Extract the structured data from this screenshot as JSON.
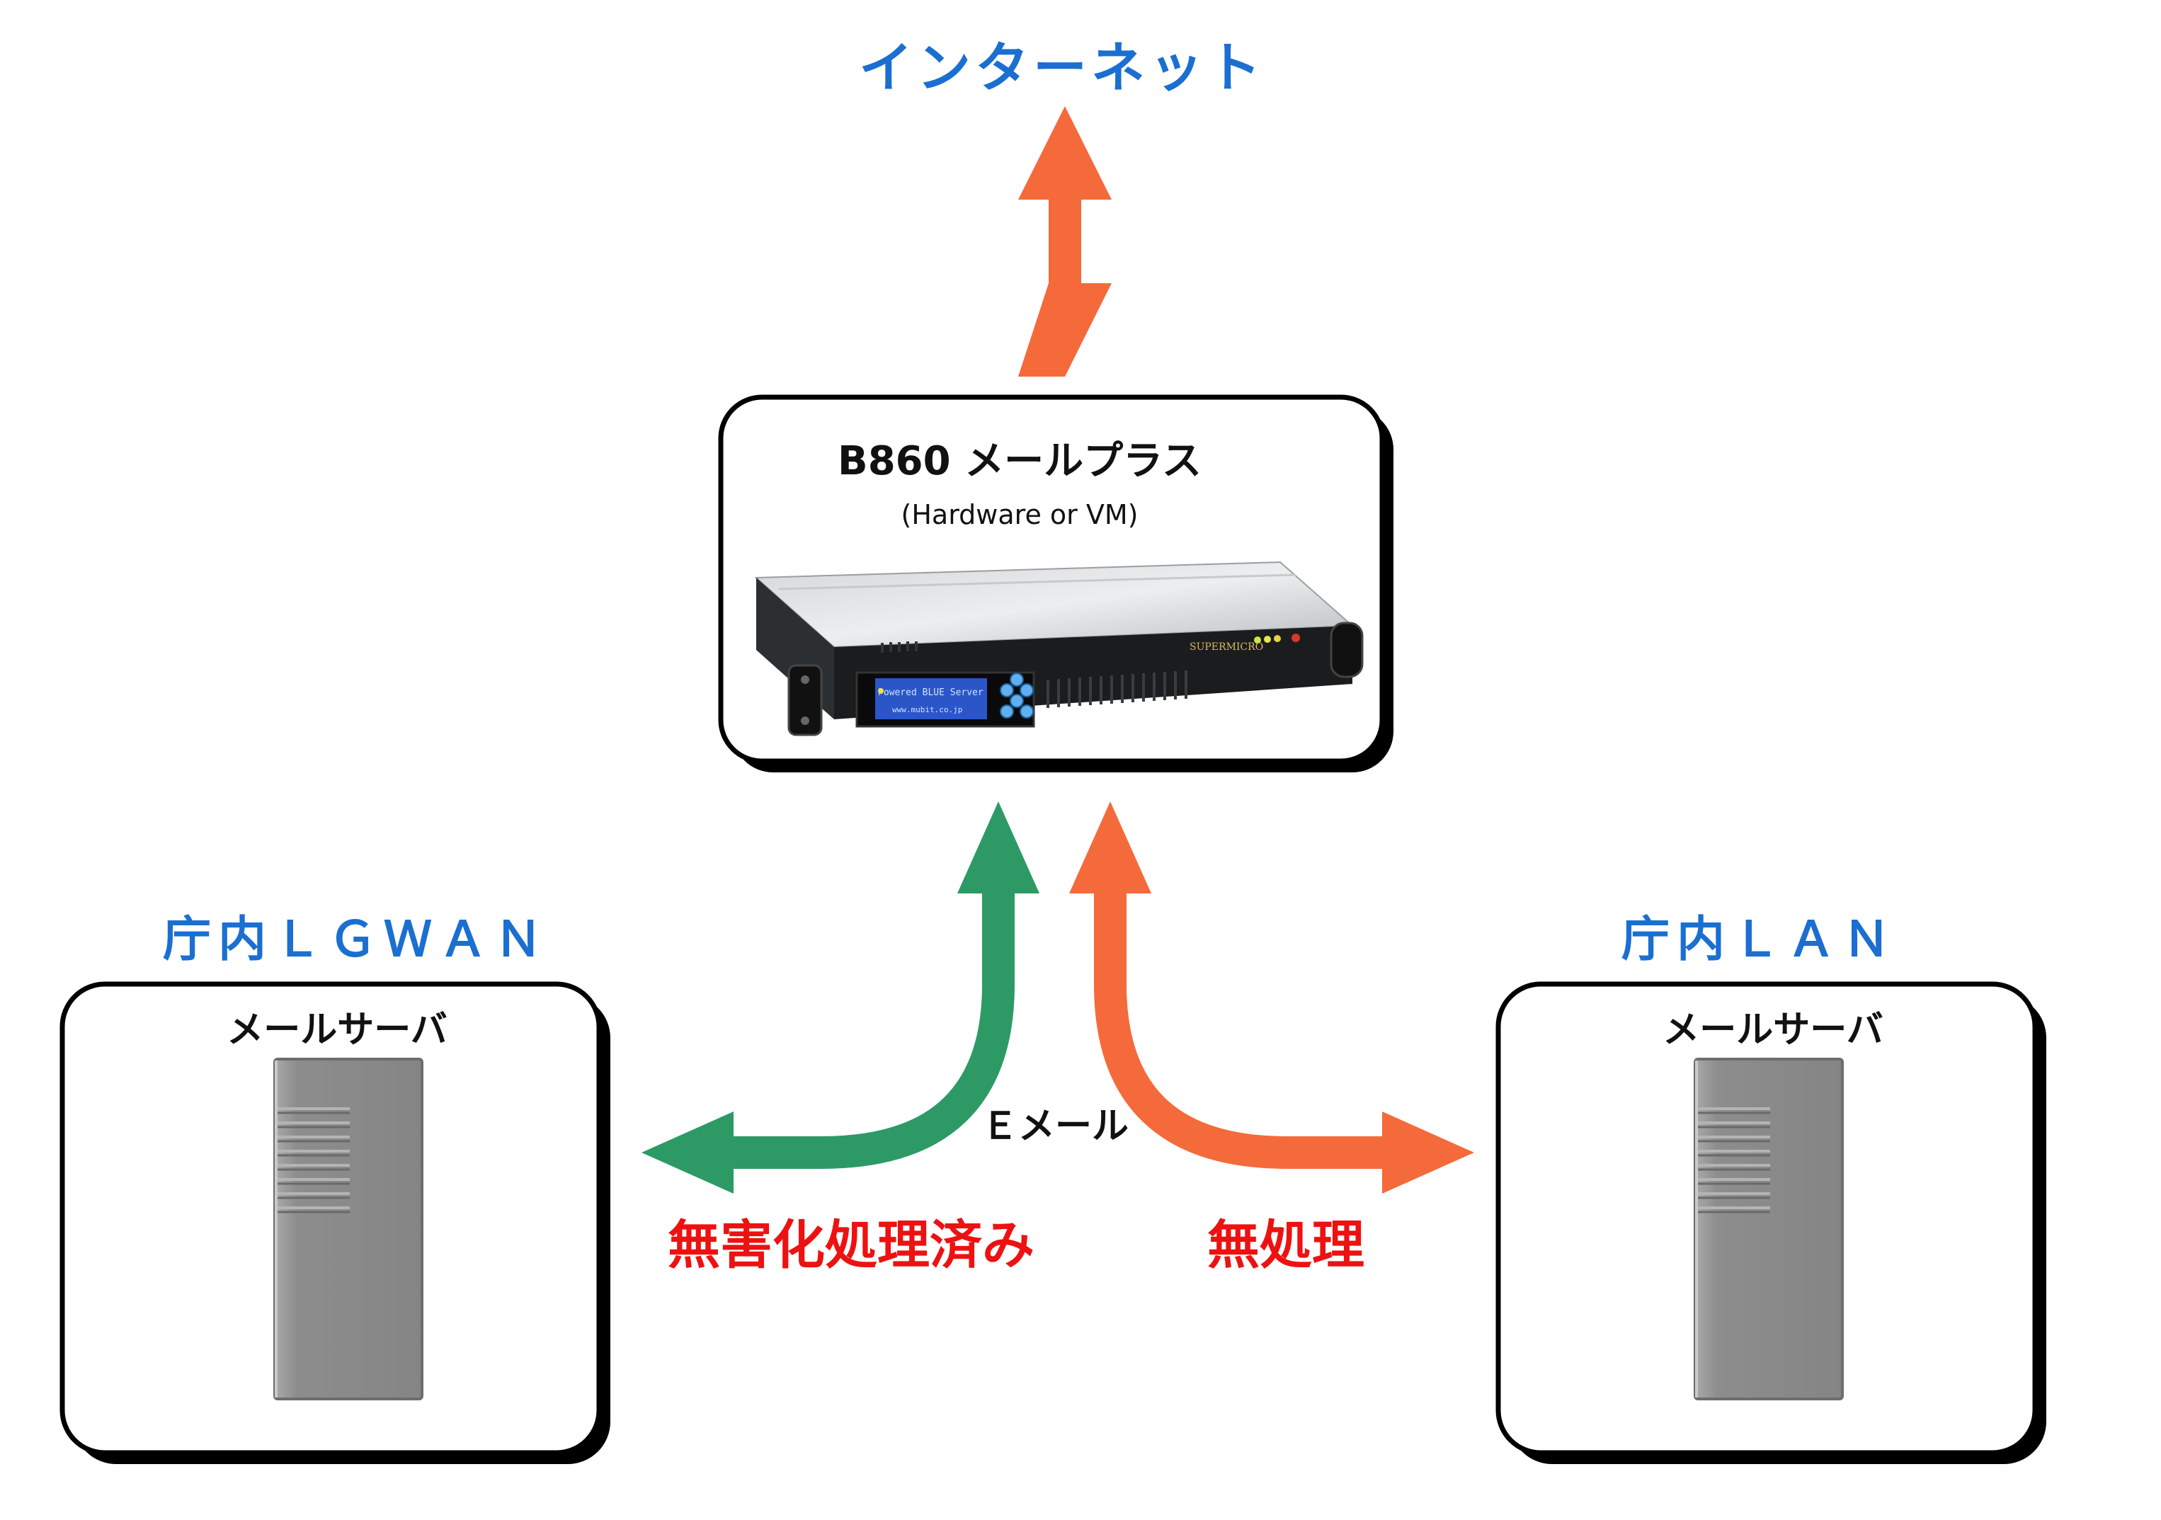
{
  "internet": {
    "label": "インターネット"
  },
  "appliance": {
    "title": "B860 メールプラス",
    "subtitle": "(Hardware or VM)",
    "lcd_line1": "Powered BLUE Server",
    "lcd_line2": "www.mubit.co.jp",
    "brand": "SUPERMICRO"
  },
  "lgwan": {
    "label": "庁内ＬＧＷＡＮ",
    "server_label": "メールサーバ"
  },
  "lan": {
    "label": "庁内ＬＡＮ",
    "server_label": "メールサーバ"
  },
  "flow": {
    "email_label": "Ｅメール",
    "sanitized_label": "無害化処理済み",
    "unprocessed_label": "無処理"
  },
  "colors": {
    "blue_label": "#1a6fd1",
    "red_label": "#ee1111",
    "orange_arrow": "#f56a3a",
    "green_arrow": "#2d9a66",
    "server_gray": "#8a8a8a"
  }
}
